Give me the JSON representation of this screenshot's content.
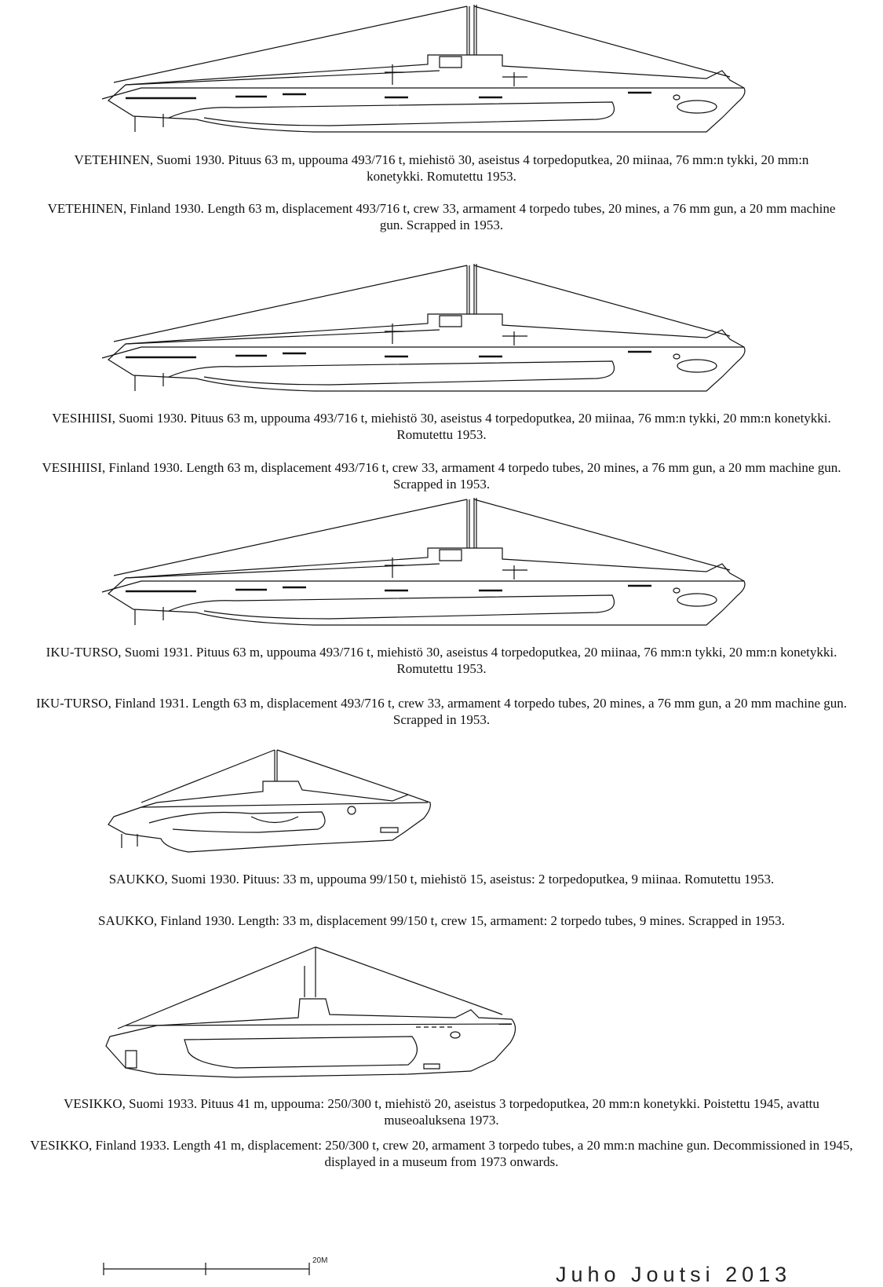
{
  "boats": [
    {
      "name": "VETEHINEN",
      "caption_fi": "VETEHINEN, Suomi 1930. Pituus 63 m, uppouma 493/716 t, miehistö 30, aseistus 4 torpedoputkea, 20 miinaa, 76 mm:n tykki, 20 mm:n konetykki. Romutettu 1953.",
      "caption_en": "VETEHINEN, Finland 1930. Length 63 m, displacement 493/716 t, crew 33, armament 4 torpedo tubes, 20 mines, a 76 mm gun, a 20 mm machine gun. Scrapped in 1953."
    },
    {
      "name": "VESIHIISI",
      "caption_fi": "VESIHIISI, Suomi 1930. Pituus 63 m, uppouma 493/716 t, miehistö 30, aseistus 4 torpedoputkea, 20 miinaa, 76 mm:n tykki, 20 mm:n konetykki. Romutettu 1953.",
      "caption_en": "VESIHIISI, Finland 1930. Length 63 m, displacement 493/716 t, crew 33, armament 4 torpedo tubes, 20 mines, a 76 mm gun, a 20 mm machine gun. Scrapped in 1953."
    },
    {
      "name": "IKU-TURSO",
      "caption_fi": "IKU-TURSO, Suomi 1931. Pituus 63 m, uppouma 493/716 t, miehistö 30, aseistus 4 torpedoputkea, 20 miinaa, 76 mm:n tykki, 20 mm:n konetykki. Romutettu 1953.",
      "caption_en": "IKU-TURSO, Finland 1931. Length 63 m, displacement 493/716 t, crew 33, armament 4 torpedo tubes, 20 mines, a 76 mm gun, a 20 mm machine gun. Scrapped in 1953."
    },
    {
      "name": "SAUKKO",
      "caption_fi": "SAUKKO, Suomi 1930. Pituus: 33 m, uppouma 99/150 t, miehistö 15, aseistus: 2 torpedoputkea, 9 miinaa. Romutettu 1953.",
      "caption_en": "SAUKKO, Finland 1930. Length: 33 m, displacement 99/150 t, crew 15, armament: 2 torpedo tubes, 9 mines. Scrapped in 1953."
    },
    {
      "name": "VESIKKO",
      "caption_fi": "VESIKKO, Suomi 1933. Pituus 41 m, uppouma: 250/300 t, miehistö 20, aseistus 3 torpedoputkea, 20 mm:n konetykki. Poistettu 1945, avattu museoaluksena 1973.",
      "caption_en": "VESIKKO, Finland 1933. Length 41 m, displacement: 250/300 t, crew 20, armament 3 torpedo tubes, a 20 mm:n machine gun. Decommissioned in 1945, displayed in a museum from 1973 onwards."
    }
  ],
  "scale_bar": {
    "label": "20M"
  },
  "signature": "Juho Joutsi 2013",
  "colors": {
    "line": "#111111",
    "background": "#ffffff"
  }
}
